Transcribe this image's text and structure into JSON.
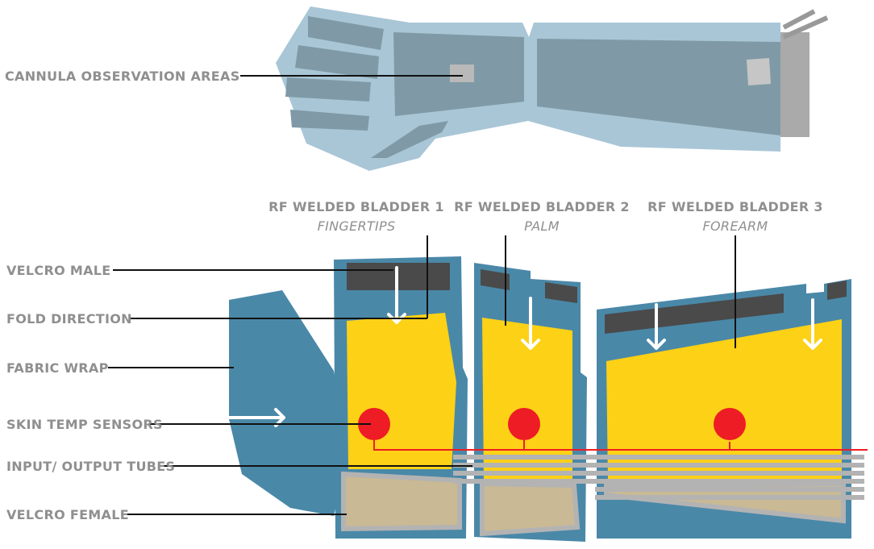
{
  "labels": {
    "cannula": "CANNULA OBSERVATION AREAS",
    "velcro_male": "VELCRO MALE",
    "fold_direction": "FOLD DIRECTION",
    "fabric_wrap": "FABRIC WRAP",
    "skin_temp_sensors": "SKIN TEMP SENSORS",
    "tubes": "INPUT/ OUTPUT TUBES",
    "velcro_female": "VELCRO FEMALE"
  },
  "bladders": [
    {
      "title": "RF WELDED BLADDER 1",
      "subtitle": "FINGERTIPS"
    },
    {
      "title": "RF WELDED BLADDER 2",
      "subtitle": "PALM"
    },
    {
      "title": "RF WELDED BLADDER 3",
      "subtitle": "FOREARM"
    }
  ],
  "colors": {
    "wrap_blue": "#4a88a8",
    "bladder_yellow": "#fcd116",
    "velcro_female": "#c9b994",
    "velcro_male": "#4a4a4a",
    "sensor_red": "#ee1c25",
    "tube_gray": "#b3b3b3",
    "glove_light_blue": "#a9c6d6",
    "glove_dark": "#7f9aa6",
    "label_gray": "#8f8f8f"
  }
}
